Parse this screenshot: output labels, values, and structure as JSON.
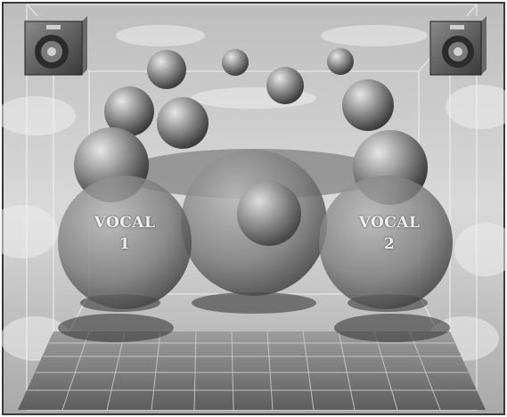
{
  "labels": {
    "vocal_1": {
      "line1": "VOCAL",
      "line2": "1"
    },
    "vocal_2": {
      "line1": "VOCAL",
      "line2": "2"
    }
  },
  "colors": {
    "frame": "#3a3a3a",
    "sky": "#c9c9c9",
    "sphere_light": "#d8d8d8",
    "sphere_dark": "#4a4a4a",
    "floor_grid": "#9a9a9a"
  },
  "icons": [
    "speaker-left-icon",
    "speaker-right-icon"
  ]
}
